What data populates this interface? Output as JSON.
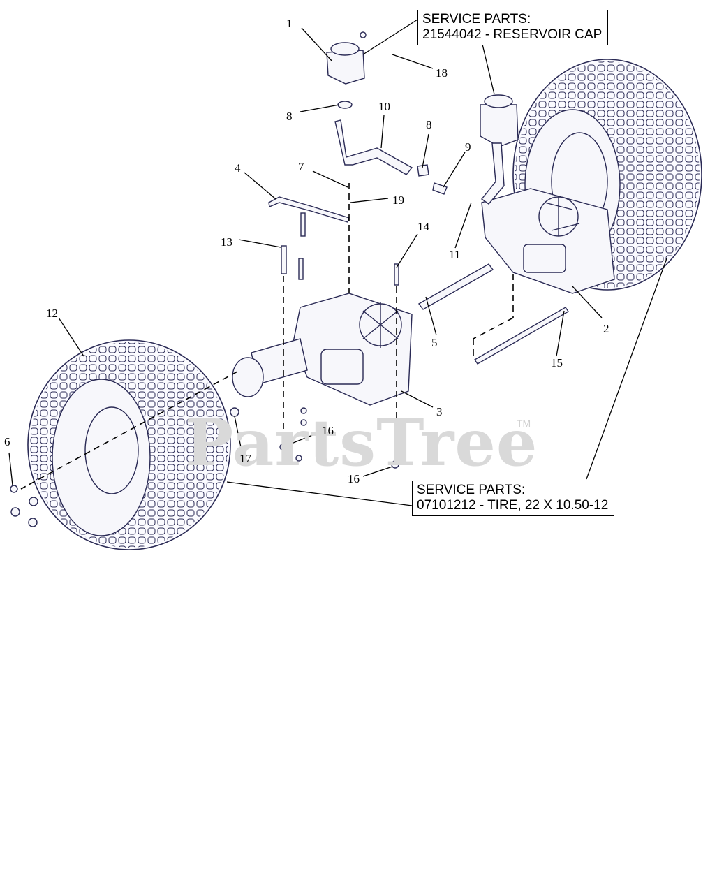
{
  "watermark": {
    "text": "PartsTree",
    "trademark": "TM"
  },
  "service_boxes": [
    {
      "heading": "SERVICE PARTS:",
      "line": "21544042 - RESERVOIR CAP"
    },
    {
      "heading": "SERVICE PARTS:",
      "line": "07101212 - TIRE, 22 X 10.50-12"
    }
  ],
  "callouts": [
    "1",
    "18",
    "8",
    "10",
    "8",
    "9",
    "7",
    "4",
    "19",
    "13",
    "14",
    "11",
    "12",
    "2",
    "5",
    "15",
    "3",
    "6",
    "17",
    "16",
    "16"
  ]
}
